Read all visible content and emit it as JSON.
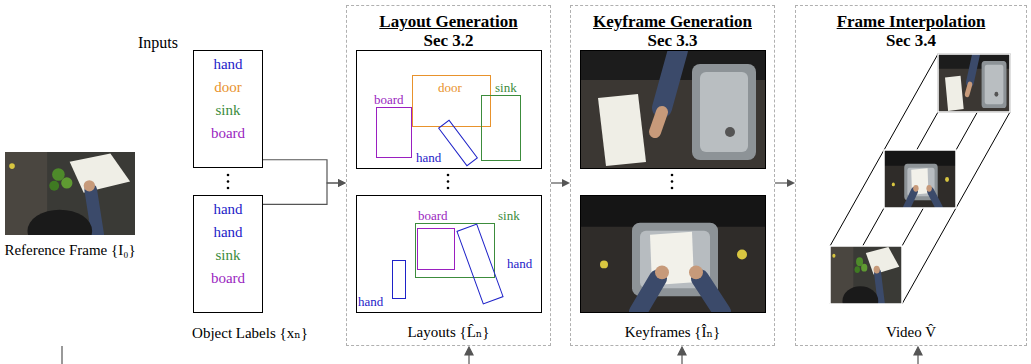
{
  "diagram": {
    "nodes": [
      {
        "text": [
          "hand",
          "door",
          "sink",
          "board"
        ]
      },
      {
        "text": [
          "hand",
          "hand",
          "sink",
          "board"
        ]
      },
      {
        "text": [
          "Layout Generation",
          "Sec 3.2",
          "Layouts {L̂ₙ}"
        ]
      },
      {
        "text": [
          "board"
        ],
        "in": 2
      },
      {
        "text": [
          "door"
        ],
        "in": 2
      },
      {
        "text": [
          "sink"
        ],
        "in": 2
      },
      {
        "text": [
          "hand"
        ],
        "in": 2
      },
      {
        "text": [
          "board"
        ],
        "in": 2
      },
      {
        "text": [
          "sink"
        ],
        "in": 2
      },
      {
        "text": [
          "hand"
        ],
        "in": 2
      },
      {
        "text": [
          "hand"
        ],
        "in": 2
      },
      {
        "text": [
          "Keyframe Generation",
          "Sec 3.3",
          "Keyframes {Îₙ}"
        ]
      },
      {
        "text": [
          "Frame Interpolation",
          "Sec 3.4",
          "Video V̂"
        ]
      }
    ],
    "edges": [
      {
        "from": 0,
        "to": 2,
        "arrow": "to"
      },
      {
        "from": 1,
        "to": 2,
        "arrow": "to"
      },
      {
        "from": 2,
        "to": 11,
        "arrow": "to"
      },
      {
        "from": 11,
        "to": 12,
        "arrow": "to"
      }
    ],
    "labels": [
      "Inputs",
      "Reference Frame {I₀}",
      "Object Labels {xₙ}"
    ]
  }
}
